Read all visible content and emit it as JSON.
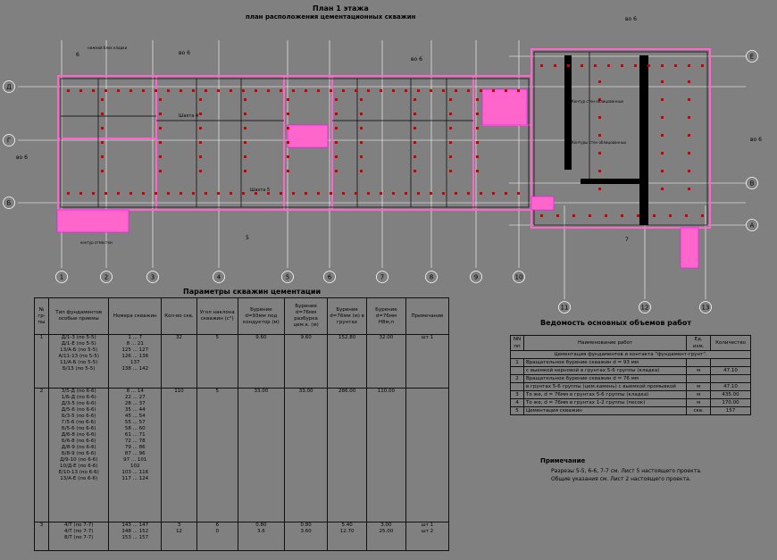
{
  "titles": {
    "plan_line1": "План 1 этажа",
    "plan_line2": "план расположения цементационных скважин",
    "params_title": "Параметры скважин цементации",
    "volumes_title": "Ведомость основных объемов работ",
    "notes_title": "Примечание"
  },
  "row_axes": [
    "Д",
    "Г",
    "Б"
  ],
  "row_axes_right": [
    "Е",
    "В",
    "А"
  ],
  "col_axes": [
    "1",
    "2",
    "3",
    "4",
    "5",
    "6",
    "7",
    "8",
    "9",
    "10",
    "11",
    "12",
    "13"
  ],
  "plan_labels": {
    "section_6": "6",
    "section_5": "5",
    "section_7": "7",
    "dim_a": "во 6",
    "note_top": "нижний блок кладки",
    "note_bottom": "контур отмостки",
    "note_mid1": "Контур стен облицованных",
    "note_mid2": "Контуры стен облицованных",
    "room_a": "Шахта 4",
    "room_b": "Шахта 5"
  },
  "params_table": {
    "headers": [
      "№ гр-пы",
      "Тип фундаментов особые приемы",
      "Номера скважин",
      "Кол-во скв.",
      "Угол наклона скважин (с°)",
      "Бурение d=93мм под кондуктор (м)",
      "Бурение d=76мм разбурка цем.к. (м)",
      "Бурение d=76мм (м) в грунтах",
      "Бурение d=76мм Н8м,п",
      "Примечание"
    ],
    "groups": [
      {
        "num": "1",
        "types": [
          "Д/1-3 (по 5-5)",
          "Д/1-Е (по 5-5)",
          "13/А-Б (по 5-5)",
          "А/11-13 (по 5-5)",
          "11/А-Б (по 5-5)",
          "Б/13 (по 5-5)"
        ],
        "wells": [
          "1 ... 7",
          "8 ... 21",
          "125 ... 127",
          "126 ... 136",
          "137",
          "138 ... 142"
        ],
        "count": "32",
        "angle": "5",
        "b93": "9.60",
        "b76r": "9.60",
        "b76g": "152.80",
        "b76h": "32.00",
        "note": "шт 1"
      },
      {
        "num": "2",
        "types": [
          "3/5-Д (по 6-6)",
          "1/Б-Д (по 6-6)",
          "Д/3-5 (по 6-6)",
          "Д/5-6 (по 6-6)",
          "Б/3-5 (по 6-6)",
          "Г/5-6 (по 6-6)",
          "Б/5-6 (по 6-6)",
          "Д/6-8 (по 6-6)",
          "Б/6-8 (по 6-6)",
          "Д/8-9 (по 6-6)",
          "Б/8-9 (по 6-6)",
          "Д/9-10 (по 6-6)",
          "10/Д-Е (по 6-6)",
          "Е/10-13 (по 6-6)",
          "13/А-Е (по 6-6)"
        ],
        "wells": [
          "8 ... 14",
          "22 ... 27",
          "28 ... 37",
          "35 ... 44",
          "45 ... 54",
          "55 ... 57",
          "58 ... 60",
          "61 ... 71",
          "72 ... 78",
          "79 ... 86",
          "87 ... 96",
          "97 ... 101",
          "102",
          "103 ... 116",
          "117 ... 124"
        ],
        "count": "110",
        "angle": "5",
        "b93": "33.00",
        "b76r": "33.00",
        "b76g": "286.00",
        "b76h": "110.00",
        "note": ""
      },
      {
        "num": "3",
        "types": [
          "4/Т (по 7-7)",
          "4/Т (по 7-7)",
          "8/Т (по 7-7)"
        ],
        "wells": [
          "143 ... 147",
          "148 ... 152",
          "153 ... 157"
        ],
        "count": "3",
        "angle": "6",
        "b93": "0.80",
        "b76r": "0.80",
        "b76g": "5.40",
        "b76h": "3.00",
        "note": "шт 1",
        "count2": "12",
        "angle2": "0",
        "b93_2": "3.6",
        "b76r_2": "3.60",
        "b76g_2": "12.70",
        "b76h_2": "25.00",
        "note2": "шт 2"
      }
    ]
  },
  "volumes_table": {
    "headers": [
      "NN пп",
      "Наименование работ",
      "Ед. изм.",
      "Количество"
    ],
    "subheader": "Цементация фундаментов и контакта \"фундамент-грунт\".",
    "rows": [
      {
        "n": "1",
        "name": "Вращательное бурение скважин   d = 93 мм",
        "unit": "",
        "qty": ""
      },
      {
        "n": "",
        "name": "с выемкой керновой в грунтах 5-6 группы (кладка)",
        "unit": "м",
        "qty": "47.10"
      },
      {
        "n": "2",
        "name": "Вращательное бурение скважин   d = 76 мм",
        "unit": "",
        "qty": ""
      },
      {
        "n": "",
        "name": "в грунтах 5-6 группы (цем.камень) с выемкой промывкой",
        "unit": "м",
        "qty": "47.10"
      },
      {
        "n": "3",
        "name": "То же, d = 76мм в грунтах 5-6 группы (кладка)",
        "unit": "м",
        "qty": "435.00"
      },
      {
        "n": "4",
        "name": "То же, d = 76мм в грунтах 1-2 группы (песок)",
        "unit": "м",
        "qty": "170.00"
      },
      {
        "n": "5",
        "name": "Цементация скважин",
        "unit": "скв.",
        "qty": "157"
      }
    ]
  },
  "notes": [
    "Разрезы 5-5, 6-6, 7-7 см. Лист 5 настоящего проекта.",
    "Общие указания см. Лист 2 настоящего проекта."
  ],
  "colors": {
    "background": "#808080",
    "wall": "#ff66cc",
    "grid": "#ffffff",
    "ink": "#000000",
    "magenta": "#ff00ff",
    "well": "#cc0000"
  }
}
